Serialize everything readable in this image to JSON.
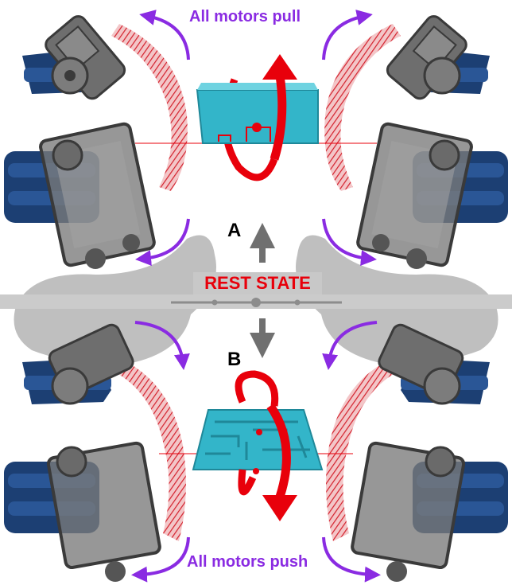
{
  "labels": {
    "top": "All motors pull",
    "bottom": "All motors push",
    "state_a": "A",
    "state_b": "B",
    "rest": "REST STATE"
  },
  "colors": {
    "arrow_purple": "#8a2be2",
    "arrow_red": "#e8000b",
    "board_cyan": "#33b5c9",
    "motor_blue": "#1c3f73",
    "frame_gray": "#6e6e6e",
    "string_red": "#d4202c",
    "shadow_gray": "#b4b4b4",
    "arrow_gray": "#707070"
  },
  "icons": {
    "top_rotation": "rotation-arrow-up-icon",
    "bottom_rotation": "rotation-arrow-down-icon",
    "curved_arrows": "curved-arrow-icon",
    "state_arrows": "straight-arrow-icon",
    "maze": "maze-board-icon"
  }
}
